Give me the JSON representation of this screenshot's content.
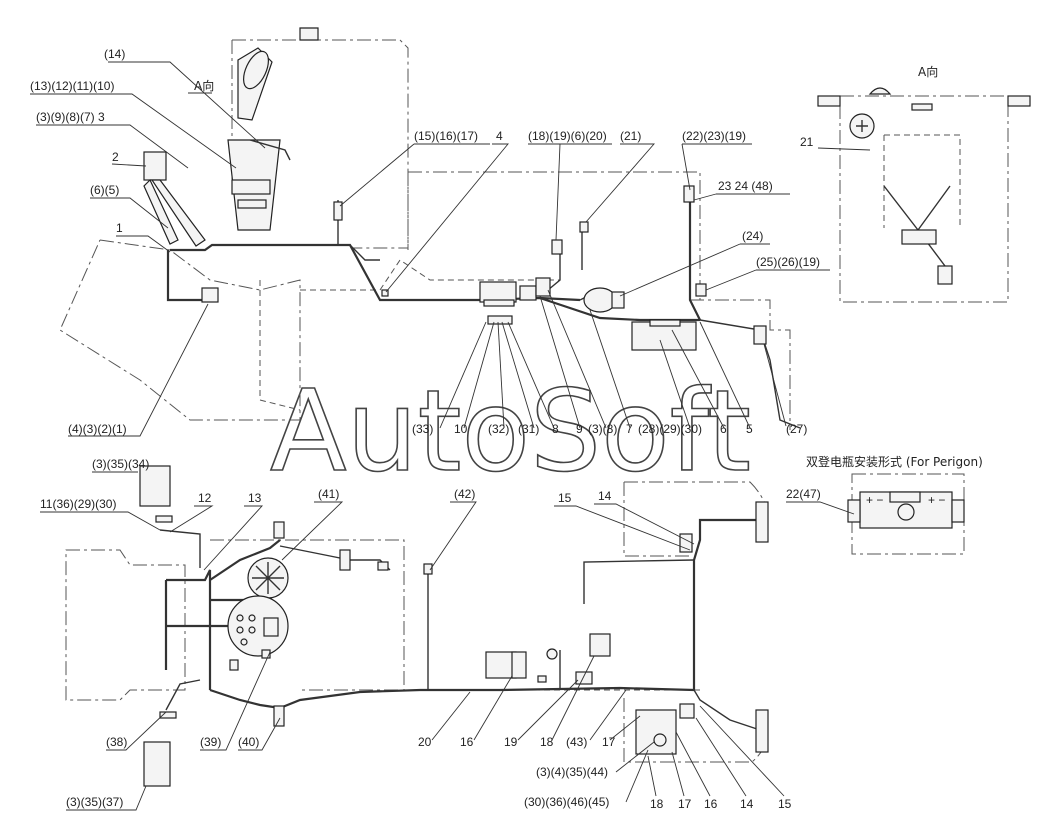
{
  "watermark": "AutoSoft",
  "view_labels": {
    "direction_a_left": "A向",
    "direction_a_right": "A向"
  },
  "battery_install_caption": "双登电瓶安装形式 (For Perigon)",
  "callouts_top": [
    "(14)",
    "(13)(12)(11)(10)",
    "(3)(9)(8)(7) 3",
    "2",
    "(6)(5)",
    "1",
    "(4)(3)(2)(1)",
    "(15)(16)(17)",
    "4",
    "(18)(19)(6)(20)",
    "(21)",
    "(22)(23)(19)",
    "23  24 (48)",
    "(24)",
    "(25)(26)(19)",
    "21",
    "(33)",
    "10",
    "(32)",
    "(31)",
    "8",
    "9",
    "(3)(8)",
    "7",
    "(28)(29)(30)",
    "6",
    "5",
    "(27)",
    "22(47)"
  ],
  "callouts_bottom": [
    "(3)(35)(34)",
    "11(36)(29)(30)",
    "12",
    "13",
    "(41)",
    "(42)",
    "15",
    "14",
    "(38)",
    "(39)",
    "(40)",
    "20",
    "16",
    "19",
    "18",
    "(43)",
    "17",
    "(3)(4)(35)(44)",
    "(30)(36)(46)(45)",
    "18",
    "17",
    "16",
    "14",
    "15",
    "(3)(35)(37)"
  ]
}
